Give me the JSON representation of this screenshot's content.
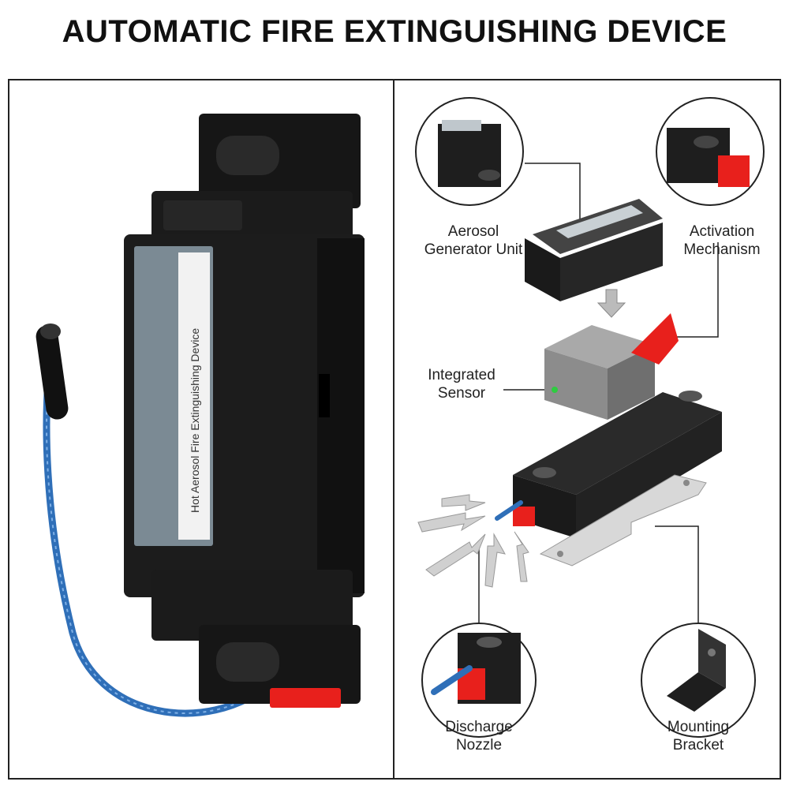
{
  "title": "AUTOMATIC FIRE EXTINGUISHING DEVICE",
  "product": {
    "label_text": "Hot Aerosol Fire Extinguishing Device"
  },
  "callouts": {
    "aerosol": {
      "line1": "Aerosol",
      "line2": "Generator Unit"
    },
    "activation": {
      "line1": "Activation",
      "line2": "Mechanism"
    },
    "sensor": {
      "line1": "Integrated",
      "line2": "Sensor"
    },
    "nozzle": {
      "line1": "Discharge",
      "line2": "Nozzle"
    },
    "bracket": {
      "line1": "Mounting",
      "line2": "Bracket"
    }
  },
  "colors": {
    "housing": "#1c1c1c",
    "accent_red": "#e8201c",
    "cable_blue": "#2f6fb8",
    "gray_module": "#8c8c8c",
    "bracket_steel": "#d8d8d8"
  }
}
